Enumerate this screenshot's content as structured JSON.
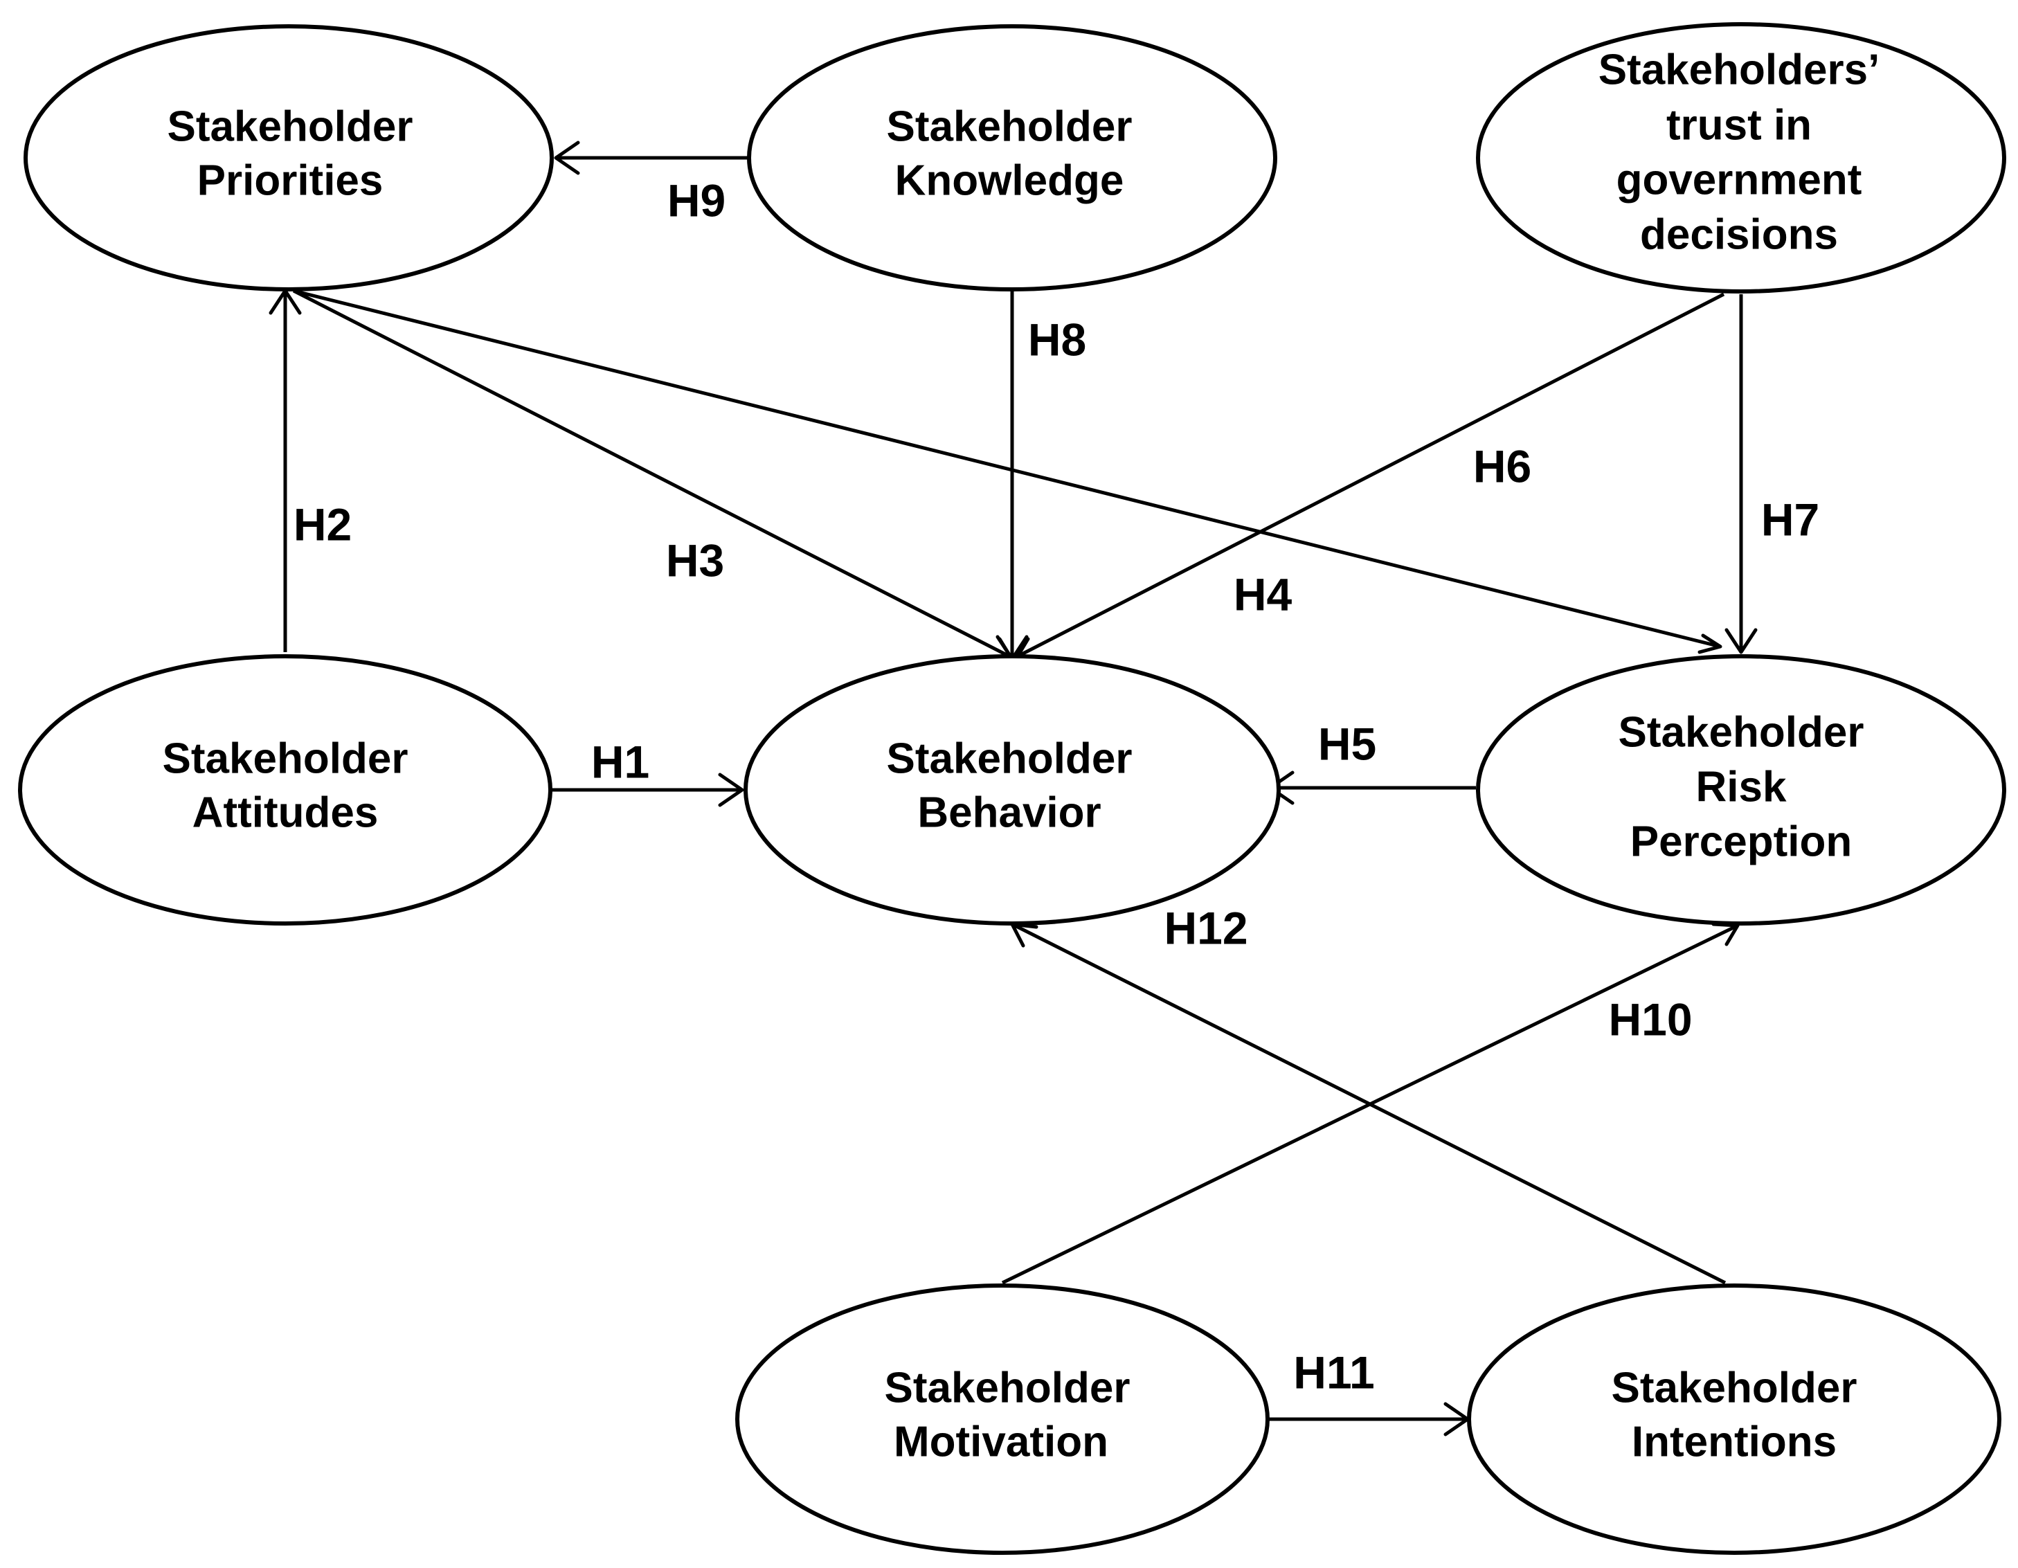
{
  "nodes": {
    "priorities": [
      "Stakeholder",
      "Priorities"
    ],
    "knowledge": [
      "Stakeholder",
      "Knowledge"
    ],
    "trust": [
      "Stakeholders’",
      "trust in",
      "government",
      "decisions"
    ],
    "attitudes": [
      "Stakeholder",
      "Attitudes"
    ],
    "behavior": [
      "Stakeholder",
      "Behavior"
    ],
    "risk": [
      "Stakeholder",
      "Risk",
      "Perception"
    ],
    "motivation": [
      "Stakeholder",
      "Motivation"
    ],
    "intentions": [
      "Stakeholder",
      "Intentions"
    ]
  },
  "edges": [
    {
      "id": "H1",
      "from": "attitudes",
      "to": "behavior"
    },
    {
      "id": "H2",
      "from": "attitudes",
      "to": "priorities"
    },
    {
      "id": "H3",
      "from": "priorities",
      "to": "behavior"
    },
    {
      "id": "H4",
      "from": "priorities",
      "to": "risk"
    },
    {
      "id": "H5",
      "from": "risk",
      "to": "behavior"
    },
    {
      "id": "H6",
      "from": "trust",
      "to": "behavior"
    },
    {
      "id": "H7",
      "from": "trust",
      "to": "risk"
    },
    {
      "id": "H8",
      "from": "knowledge",
      "to": "behavior"
    },
    {
      "id": "H9",
      "from": "knowledge",
      "to": "priorities"
    },
    {
      "id": "H10",
      "from": "motivation",
      "to": "risk"
    },
    {
      "id": "H11",
      "from": "motivation",
      "to": "intentions"
    },
    {
      "id": "H12",
      "from": "intentions",
      "to": "behavior"
    }
  ]
}
